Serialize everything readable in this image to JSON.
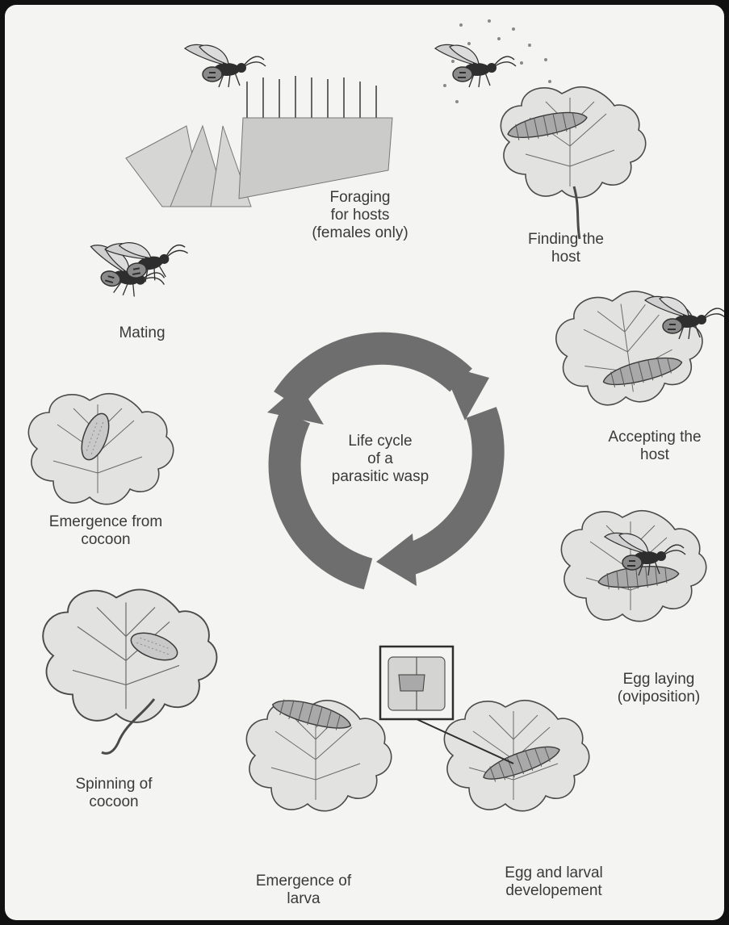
{
  "center_label": "Life cycle\nof a\nparasitic wasp",
  "stages": [
    {
      "id": "foraging",
      "label": "Foraging\nfor hosts\n(females only)"
    },
    {
      "id": "finding",
      "label": "Finding the\nhost"
    },
    {
      "id": "accepting",
      "label": "Accepting the\nhost"
    },
    {
      "id": "egg-laying",
      "label": "Egg laying\n(oviposition)"
    },
    {
      "id": "egg-larval",
      "label": "Egg and larval\ndevelopement"
    },
    {
      "id": "emergence-larva",
      "label": "Emergence of\nlarva"
    },
    {
      "id": "spinning",
      "label": "Spinning of\ncocoon"
    },
    {
      "id": "emergence-cocoon",
      "label": "Emergence from\ncocoon"
    },
    {
      "id": "mating",
      "label": "Mating"
    }
  ],
  "colors": {
    "frame": "#111111",
    "paper": "#f4f4f2",
    "cycle_arrow": "#6e6e6e",
    "ink": "#3a3a3a"
  }
}
